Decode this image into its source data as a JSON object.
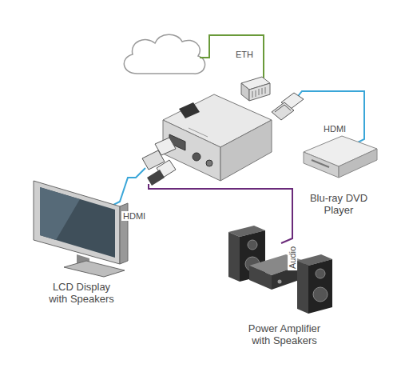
{
  "diagram": {
    "nodes": [
      {
        "text": [
          "Blu-ray DVD Player"
        ]
      },
      {
        "text": [
          "LCD Display with Speakers"
        ]
      },
      {
        "text": [
          "Power Amplifier with Speakers"
        ]
      }
    ],
    "labels": [
      "ETH",
      "HDMI",
      "HDMI",
      "Audio"
    ]
  }
}
